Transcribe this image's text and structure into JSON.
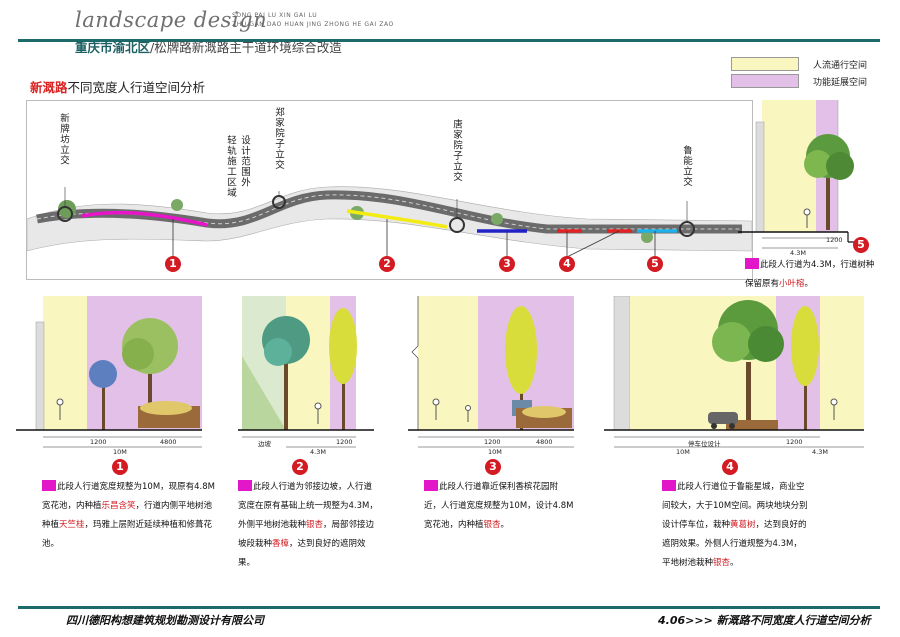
{
  "header": {
    "script_title": "landscape design",
    "small_line1": "SONG PAI LU   XIN GAI LU",
    "small_line2": "ZHU GAN DAO HUAN JING ZHONG HE GAI ZAO",
    "district": "重庆市渝北区",
    "project": "/松牌路新溉路主干道环境综合改造"
  },
  "section": {
    "title_red": "新溉路",
    "title_rest": "不同宽度人行道空间分析"
  },
  "legend": [
    {
      "label": "人流通行空间",
      "color": "#f9f7bf"
    },
    {
      "label": "功能延展空间",
      "color": "#e3c0e7"
    }
  ],
  "map": {
    "interchanges": [
      {
        "label": "新牌坊立交"
      },
      {
        "label": "轻轨施工区域"
      },
      {
        "label": "设计范围外"
      },
      {
        "label": "郑家院子立交"
      },
      {
        "label": "唐家院子立交"
      },
      {
        "label": "鲁能立交"
      }
    ],
    "markers": [
      "1",
      "2",
      "3",
      "4",
      "5"
    ]
  },
  "sections": [
    {
      "number": "1",
      "dims": [
        "1200",
        "4800"
      ],
      "total": "10M",
      "text": [
        {
          "t": "此段人行道宽度规整为10M，现原有4.8M宽花池，内种植"
        },
        {
          "t": "乐昌含笑",
          "red": true
        },
        {
          "t": "，行道内侧平地树池种植"
        },
        {
          "t": "天竺桂",
          "red": true
        },
        {
          "t": "，玛雅上层附近延续种植和修葺花池。"
        }
      ]
    },
    {
      "number": "2",
      "dims": [
        "边坡",
        "1200"
      ],
      "total": "4.3M",
      "text": [
        {
          "t": "此段人行道为邻接边坡，人行道宽度在原有基础上统一规整为4.3M，外侧平地树池栽种"
        },
        {
          "t": "银杏",
          "red": true
        },
        {
          "t": "，局部邻接边坡段栽种"
        },
        {
          "t": "香樟",
          "red": true
        },
        {
          "t": "，达到良好的遮阴效果。"
        }
      ]
    },
    {
      "number": "3",
      "dims": [
        "1200",
        "4800"
      ],
      "total": "10M",
      "text": [
        {
          "t": "此段人行道靠近保利香槟花园附近，人行道宽度规整为10M，设计4.8M宽花池，内种植"
        },
        {
          "t": "银杏",
          "red": true
        },
        {
          "t": "。"
        }
      ]
    },
    {
      "number": "4",
      "dims": [
        "停车位设计",
        "1200"
      ],
      "total_left": "10M",
      "total_right": "4.3M",
      "text": [
        {
          "t": "此段人行道位于鲁能星城，商业空间较大，大于10M空间。两块地块分别设计停车位，栽种"
        },
        {
          "t": "黄葛树",
          "red": true
        },
        {
          "t": "，达到良好的遮阴效果。外侧人行道规整为4.3M，平地树池栽种"
        },
        {
          "t": "银杏",
          "red": true
        },
        {
          "t": "。"
        }
      ]
    },
    {
      "number": "5",
      "dims": [
        "1200"
      ],
      "total": "4.3M",
      "text": [
        {
          "t": "此段人行道为4.3M，行道树种保留原有"
        },
        {
          "t": "小叶榕",
          "red": true
        },
        {
          "t": "。"
        }
      ]
    }
  ],
  "footer": {
    "company": "四川德阳构想建筑规划勘测设计有限公司",
    "page": "4.06>>> 新溉路不同宽度人行道空间分析"
  }
}
